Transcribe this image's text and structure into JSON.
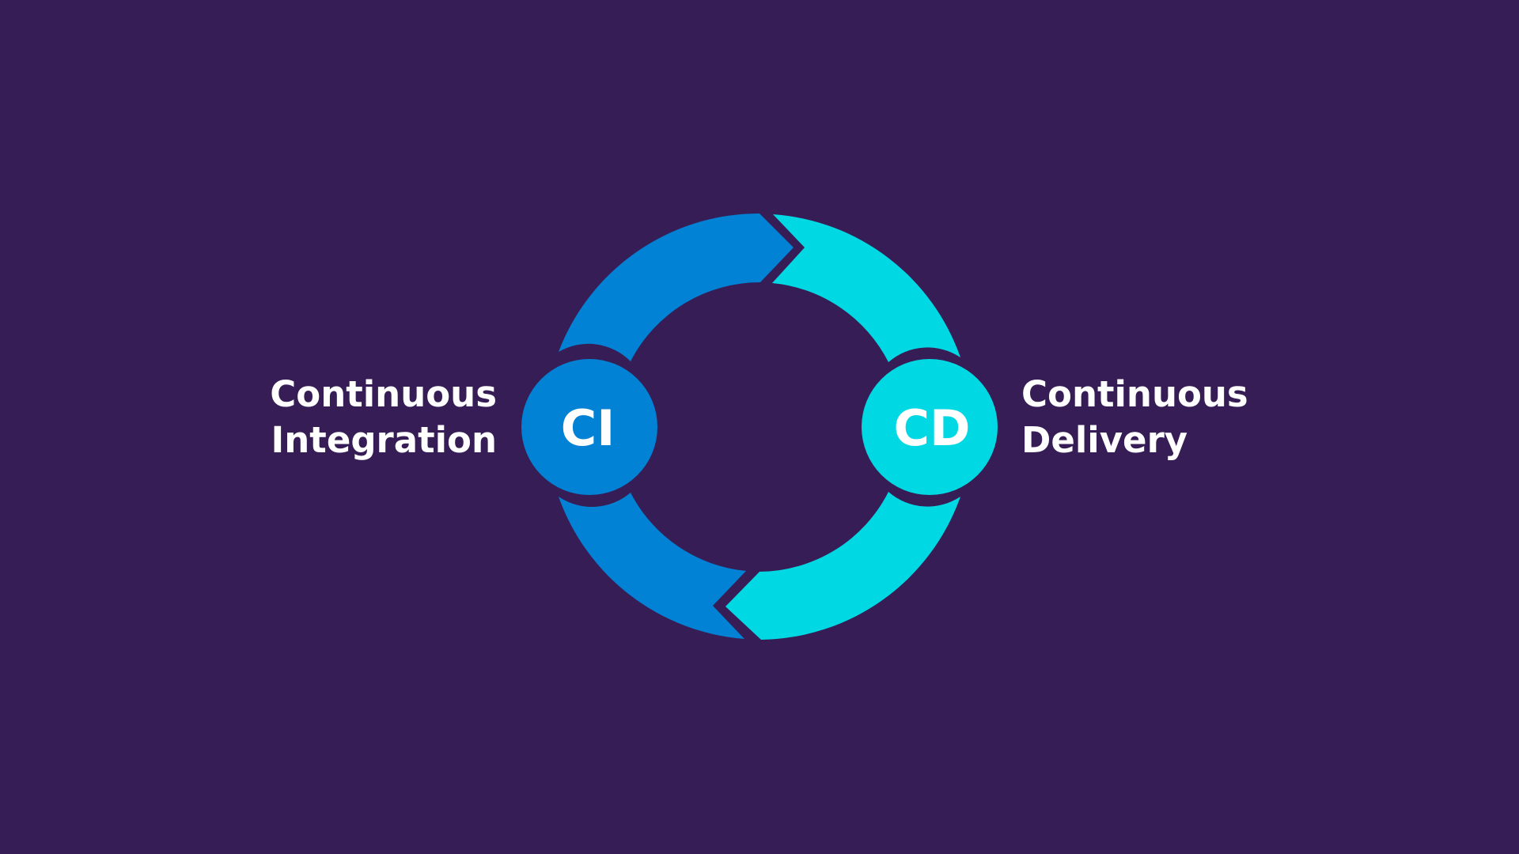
{
  "diagram": {
    "ci": {
      "abbreviation": "CI",
      "label_line1": "Continuous",
      "label_line2": "Integration",
      "color": "#0282d4"
    },
    "cd": {
      "abbreviation": "CD",
      "label_line1": "Continuous",
      "label_line2": "Delivery",
      "color": "#00d8e3"
    },
    "background_color": "#361d55",
    "text_color": "#ffffff"
  }
}
